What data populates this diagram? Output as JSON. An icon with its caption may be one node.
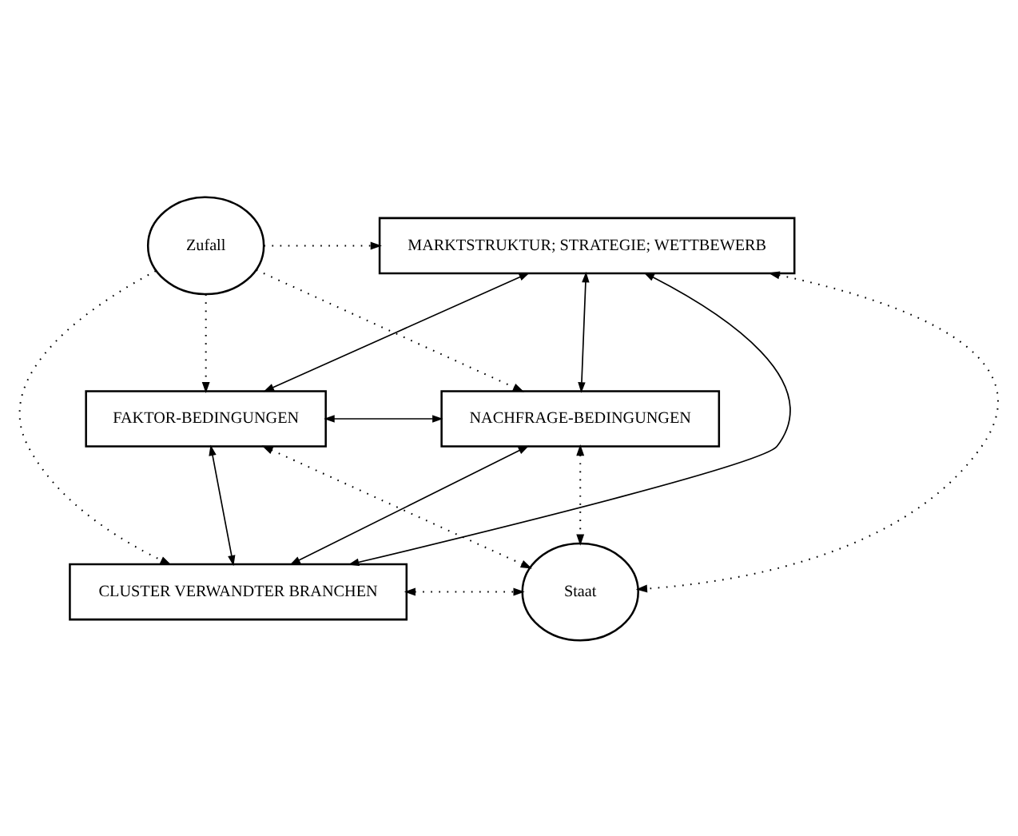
{
  "diagram": {
    "nodes": [
      {
        "text": [
          "Zufall"
        ]
      },
      {
        "text": [
          "MARKTSTRUKTUR; STRATEGIE; WETTBEWERB"
        ]
      },
      {
        "text": [
          "FAKTOR-BEDINGUNGEN"
        ]
      },
      {
        "text": [
          "NACHFRAGE-BEDINGUNGEN"
        ]
      },
      {
        "text": [
          "CLUSTER VERWANDTER BRANCHEN"
        ]
      },
      {
        "text": [
          "Staat"
        ]
      }
    ],
    "edges": [
      {
        "from": 0,
        "to": 1,
        "arrow": "to",
        "style": "dashed"
      },
      {
        "from": 0,
        "to": 2,
        "arrow": "to",
        "style": "dashed"
      },
      {
        "from": 0,
        "to": 3,
        "arrow": "to",
        "style": "dashed"
      },
      {
        "from": 0,
        "to": 4,
        "arrow": "to",
        "style": "dashed"
      },
      {
        "from": 1,
        "to": 2,
        "arrow": "both"
      },
      {
        "from": 1,
        "to": 3,
        "arrow": "both"
      },
      {
        "from": 2,
        "to": 3,
        "arrow": "both"
      },
      {
        "from": 1,
        "to": 4,
        "arrow": "both"
      },
      {
        "from": 2,
        "to": 4,
        "arrow": "both"
      },
      {
        "from": 3,
        "to": 4,
        "arrow": "both"
      },
      {
        "from": 1,
        "to": 5,
        "arrow": "both",
        "style": "dashed"
      },
      {
        "from": 2,
        "to": 5,
        "arrow": "both",
        "style": "dashed"
      },
      {
        "from": 3,
        "to": 5,
        "arrow": "both",
        "style": "dashed"
      },
      {
        "from": 4,
        "to": 5,
        "arrow": "both",
        "style": "dashed"
      }
    ]
  }
}
